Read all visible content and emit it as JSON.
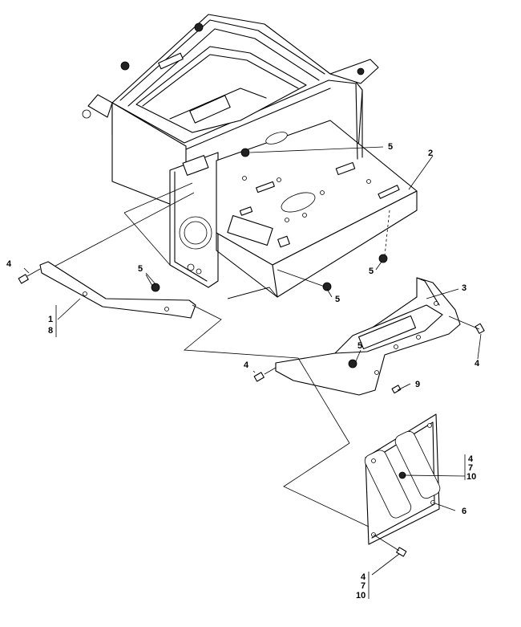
{
  "callouts": {
    "c2": "2",
    "c3": "3",
    "c5_top": "5",
    "c5_mid_left": "5",
    "c5_mid_right": "5",
    "c5_rear": "5",
    "c5_bracket": "5",
    "c4_left": "4",
    "c4_center": "4",
    "c4_right": "4",
    "c9": "9",
    "c6": "6",
    "c1": "1",
    "c8": "8",
    "stack_right": [
      "4",
      "7",
      "10"
    ],
    "stack_bottom": [
      "4",
      "7",
      "10"
    ]
  }
}
